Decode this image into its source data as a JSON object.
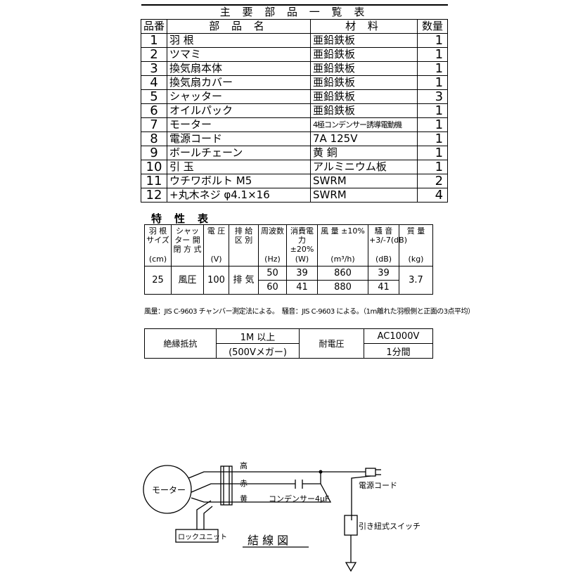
{
  "parts_table": {
    "title": "主 要 部 品 一 覧 表",
    "headers": {
      "no": "品番",
      "name": "部 品 名",
      "material": "材 料",
      "qty": "数量"
    },
    "rows": [
      {
        "no": "1",
        "name": "羽 根",
        "material": "亜鉛鉄板",
        "qty": "1"
      },
      {
        "no": "2",
        "name": "ツマミ",
        "material": "亜鉛鉄板",
        "qty": "1"
      },
      {
        "no": "3",
        "name": "換気扇本体",
        "material": "亜鉛鉄板",
        "qty": "1"
      },
      {
        "no": "4",
        "name": "換気扇カバー",
        "material": "亜鉛鉄板",
        "qty": "1"
      },
      {
        "no": "5",
        "name": "シャッター",
        "material": "亜鉛鉄板",
        "qty": "3"
      },
      {
        "no": "6",
        "name": "オイルパック",
        "material": "亜鉛鉄板",
        "qty": "1"
      },
      {
        "no": "7",
        "name": "モーター",
        "material": "4極コンデンサー誘導電動機",
        "qty": "1"
      },
      {
        "no": "8",
        "name": "電源コード",
        "material": "7A 125V",
        "qty": "1"
      },
      {
        "no": "9",
        "name": "ボールチェーン",
        "material": "黄 銅",
        "qty": "1"
      },
      {
        "no": "10",
        "name": "引 玉",
        "material": "アルミニウム板",
        "qty": "1"
      },
      {
        "no": "11",
        "name": "ウチワボルト M5",
        "material": "SWRM",
        "qty": "2"
      },
      {
        "no": "12",
        "name": "+丸木ネジ φ4.1×16",
        "material": "SWRM",
        "qty": "4"
      }
    ]
  },
  "characteristics": {
    "title": "特性表",
    "headers": [
      {
        "label": "羽 根 サイズ",
        "unit": "(cm)"
      },
      {
        "label": "シャッター 開 閉 方 式",
        "unit": ""
      },
      {
        "label": "電 圧",
        "unit": "(V)"
      },
      {
        "label": "排 給 区 別",
        "unit": ""
      },
      {
        "label": "周波数",
        "unit": "(Hz)"
      },
      {
        "label": "消費電力 ±20%",
        "unit": "(W)"
      },
      {
        "label": "風 量 ±10%",
        "unit": "(m³/h)"
      },
      {
        "label": "騒 音 +3/-7(dB)",
        "unit": "(dB)"
      },
      {
        "label": "質 量",
        "unit": "(kg)"
      }
    ],
    "values": {
      "size": "25",
      "shutter": "風圧",
      "voltage": "100",
      "type": "排 気",
      "mass": "3.7",
      "rows": [
        {
          "hz": "50",
          "w": "39",
          "flow": "860",
          "db": "39"
        },
        {
          "hz": "60",
          "w": "41",
          "flow": "880",
          "db": "41"
        }
      ]
    },
    "note": "風量：JIS C-9603 チャンバー測定法による。　騒音：JIS C-9603 による。（1m離れた羽根側と正面の3点平均）"
  },
  "insulation": {
    "label1": "絶縁抵抗",
    "value1a": "1M 以上",
    "value1b": "(500Vメガー)",
    "label2": "耐電圧",
    "value2a": "AC1000V",
    "value2b": "1分間"
  },
  "wiring": {
    "motor": "モーター",
    "lock_unit": "ロックユニット",
    "wire_high": "高",
    "wire_red": "赤",
    "wire_yellow": "黄",
    "capacitor": "コンデンサー4μF",
    "power_cord": "電源コード",
    "switch": "引き紐式スイッチ",
    "title": "結 線 図"
  }
}
